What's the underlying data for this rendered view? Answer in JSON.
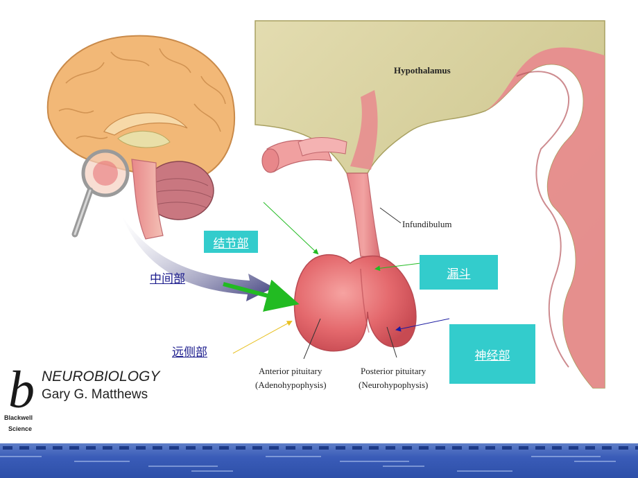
{
  "diagram": {
    "english_labels": {
      "hypothalamus": "Hypothalamus",
      "infundibulum": "Infundibulum",
      "anterior_line1": "Anterior pituitary",
      "anterior_line2": "(Adenohypophysis)",
      "posterior_line1": "Posterior pituitary",
      "posterior_line2": "(Neurohypophysis)"
    },
    "chinese_labels": {
      "pars_tuberalis": "结节部",
      "pars_intermedia": "中间部",
      "pars_distalis": "远侧部",
      "infundibulum": "漏斗",
      "pars_nervosa": "神经部"
    },
    "colors": {
      "teal_box": "#33cccc",
      "arrow_green": "#22bb22",
      "arrow_yellow": "#e8c020",
      "arrow_blue": "#1a1aa0",
      "brain": "#f2b877",
      "tissue": "#e8747a",
      "hypothalamus_tint": "#d9d3a0"
    }
  },
  "book": {
    "logo_letter": "b",
    "title": "NEUROBIOLOGY",
    "author": "Gary G. Matthews",
    "publisher_line1": "Blackwell",
    "publisher_line2": "Science"
  }
}
